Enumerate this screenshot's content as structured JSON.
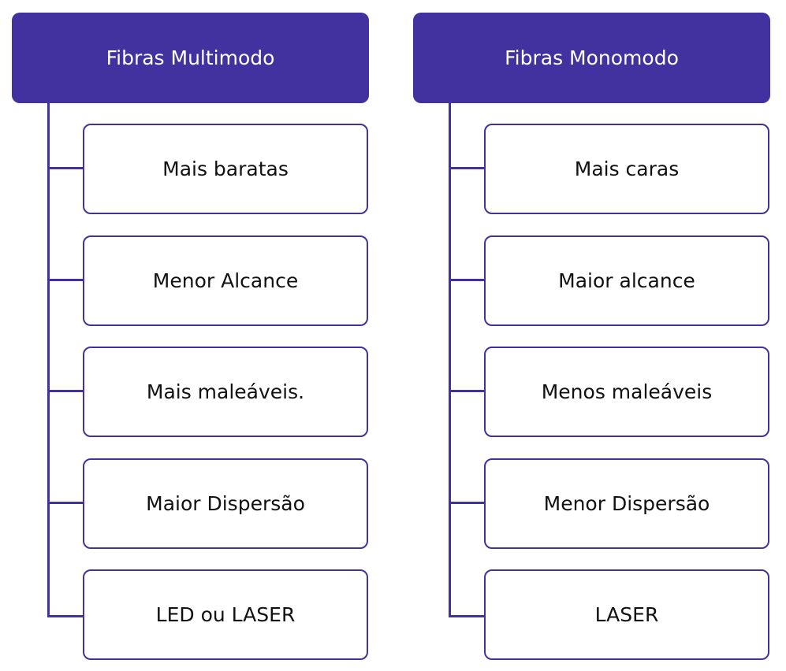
{
  "colors": {
    "accent": "#41329f",
    "header_text": "#ffffff",
    "item_text": "#111111",
    "background": "#ffffff"
  },
  "columns": [
    {
      "title": "Fibras Multimodo",
      "items": [
        "Mais baratas",
        "Menor Alcance",
        "Mais maleáveis.",
        "Maior Dispersão",
        "LED ou LASER"
      ]
    },
    {
      "title": "Fibras Monomodo",
      "items": [
        "Mais caras",
        "Maior alcance",
        "Menos maleáveis",
        "Menor Dispersão",
        "LASER"
      ]
    }
  ]
}
